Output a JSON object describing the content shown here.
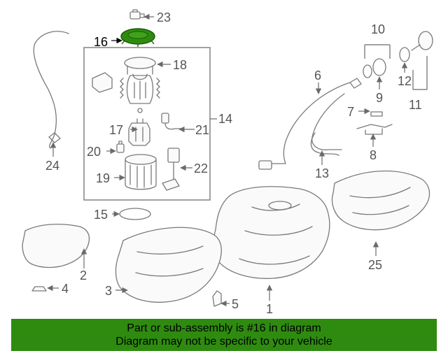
{
  "diagram": {
    "highlight_color": "#2e8b0f",
    "callouts": {
      "c1": "1",
      "c2": "2",
      "c3": "3",
      "c4": "4",
      "c5": "5",
      "c6": "6",
      "c7": "7",
      "c8": "8",
      "c9": "9",
      "c10": "10",
      "c11": "11",
      "c12": "12",
      "c13": "13",
      "c14": "14",
      "c15": "15",
      "c16": "16",
      "c17": "17",
      "c18": "18",
      "c19": "19",
      "c20": "20",
      "c21": "21",
      "c22": "22",
      "c23": "23",
      "c24": "24",
      "c25": "25"
    }
  },
  "banner": {
    "line1": "Part or sub-assembly is #16 in diagram",
    "line2": "Diagram may not be specific to your vehicle",
    "color": "#2e8b0f"
  }
}
